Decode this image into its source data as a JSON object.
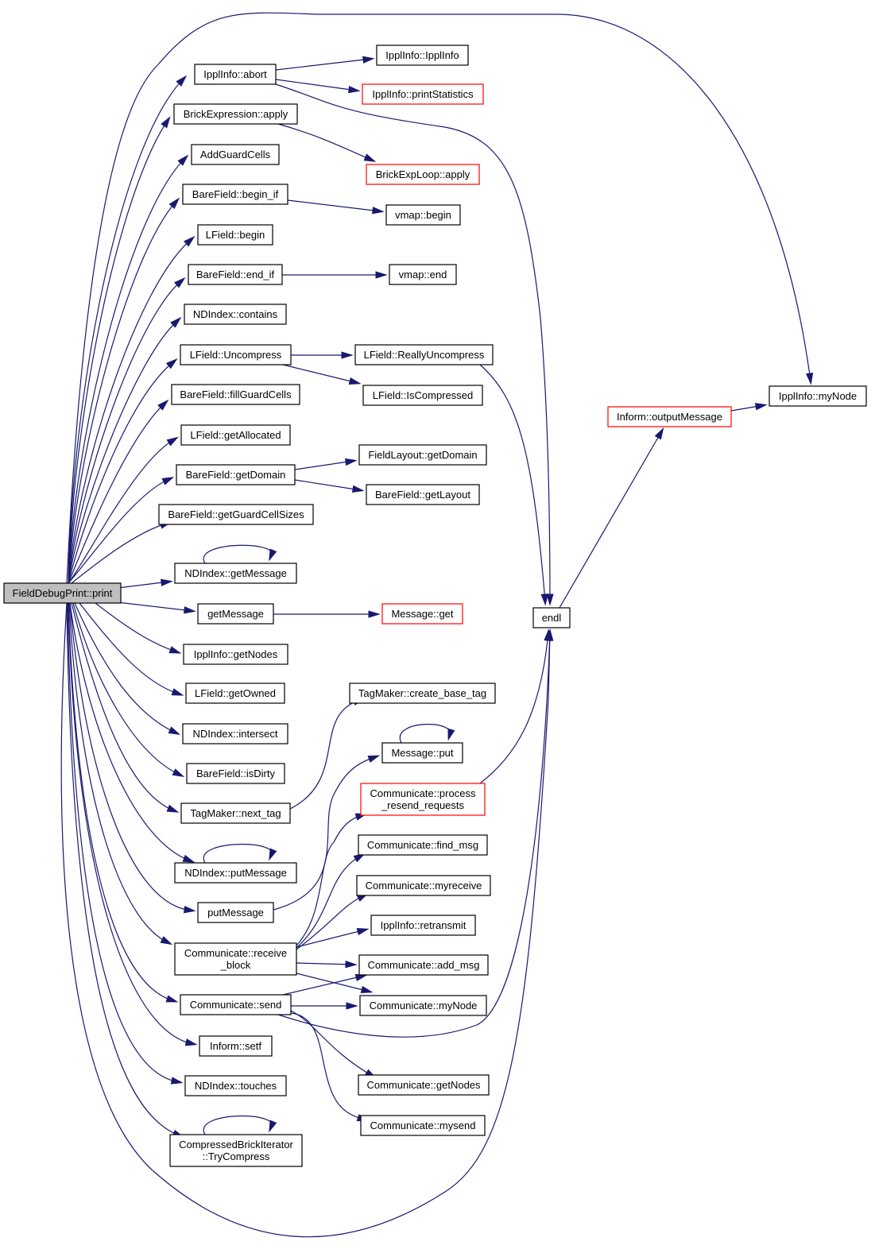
{
  "colors": {
    "edge": "#191970",
    "node_border": "#000000",
    "truncated_border": "#ff0000",
    "root_fill": "#bfbfbf"
  },
  "nodes": [
    {
      "id": "root",
      "lines": [
        "FieldDebugPrint::print"
      ],
      "style": "root"
    },
    {
      "id": "abort",
      "lines": [
        "IpplInfo::abort"
      ],
      "style": "normal"
    },
    {
      "id": "ipplinfo_ctor",
      "lines": [
        "IpplInfo::IpplInfo"
      ],
      "style": "normal"
    },
    {
      "id": "printstats",
      "lines": [
        "IpplInfo::printStatistics"
      ],
      "style": "truncated"
    },
    {
      "id": "brick_apply",
      "lines": [
        "BrickExpression::apply"
      ],
      "style": "normal"
    },
    {
      "id": "brickexploop",
      "lines": [
        "BrickExpLoop::apply"
      ],
      "style": "truncated"
    },
    {
      "id": "addguard",
      "lines": [
        "AddGuardCells"
      ],
      "style": "normal"
    },
    {
      "id": "begin_if",
      "lines": [
        "BareField::begin_if"
      ],
      "style": "normal"
    },
    {
      "id": "vmap_begin",
      "lines": [
        "vmap::begin"
      ],
      "style": "normal"
    },
    {
      "id": "lfield_begin",
      "lines": [
        "LField::begin"
      ],
      "style": "normal"
    },
    {
      "id": "end_if",
      "lines": [
        "BareField::end_if"
      ],
      "style": "normal"
    },
    {
      "id": "vmap_end",
      "lines": [
        "vmap::end"
      ],
      "style": "normal"
    },
    {
      "id": "contains",
      "lines": [
        "NDIndex::contains"
      ],
      "style": "normal"
    },
    {
      "id": "uncompress",
      "lines": [
        "LField::Uncompress"
      ],
      "style": "normal"
    },
    {
      "id": "reallyuncompress",
      "lines": [
        "LField::ReallyUncompress"
      ],
      "style": "normal"
    },
    {
      "id": "iscompressed",
      "lines": [
        "LField::IsCompressed"
      ],
      "style": "normal"
    },
    {
      "id": "fillguard",
      "lines": [
        "BareField::fillGuardCells"
      ],
      "style": "normal"
    },
    {
      "id": "getallocated",
      "lines": [
        "LField::getAllocated"
      ],
      "style": "normal"
    },
    {
      "id": "getdomain",
      "lines": [
        "BareField::getDomain"
      ],
      "style": "normal"
    },
    {
      "id": "fl_getdomain",
      "lines": [
        "FieldLayout::getDomain"
      ],
      "style": "normal"
    },
    {
      "id": "getlayout",
      "lines": [
        "BareField::getLayout"
      ],
      "style": "normal"
    },
    {
      "id": "getguardsizes",
      "lines": [
        "BareField::getGuardCellSizes"
      ],
      "style": "normal"
    },
    {
      "id": "nd_getmessage",
      "lines": [
        "NDIndex::getMessage"
      ],
      "style": "normal"
    },
    {
      "id": "getmessage",
      "lines": [
        "getMessage"
      ],
      "style": "normal"
    },
    {
      "id": "message_get",
      "lines": [
        "Message::get"
      ],
      "style": "truncated"
    },
    {
      "id": "getnodes",
      "lines": [
        "IpplInfo::getNodes"
      ],
      "style": "normal"
    },
    {
      "id": "getowned",
      "lines": [
        "LField::getOwned"
      ],
      "style": "normal"
    },
    {
      "id": "intersect",
      "lines": [
        "NDIndex::intersect"
      ],
      "style": "normal"
    },
    {
      "id": "isdirty",
      "lines": [
        "BareField::isDirty"
      ],
      "style": "normal"
    },
    {
      "id": "next_tag",
      "lines": [
        "TagMaker::next_tag"
      ],
      "style": "normal"
    },
    {
      "id": "create_base_tag",
      "lines": [
        "TagMaker::create_base_tag"
      ],
      "style": "normal"
    },
    {
      "id": "message_put",
      "lines": [
        "Message::put"
      ],
      "style": "normal"
    },
    {
      "id": "process_resend",
      "lines": [
        "Communicate::process",
        "_resend_requests"
      ],
      "style": "truncated"
    },
    {
      "id": "nd_putmessage",
      "lines": [
        "NDIndex::putMessage"
      ],
      "style": "normal"
    },
    {
      "id": "putmessage",
      "lines": [
        "putMessage"
      ],
      "style": "normal"
    },
    {
      "id": "find_msg",
      "lines": [
        "Communicate::find_msg"
      ],
      "style": "normal"
    },
    {
      "id": "myreceive",
      "lines": [
        "Communicate::myreceive"
      ],
      "style": "normal"
    },
    {
      "id": "retransmit",
      "lines": [
        "IpplInfo::retransmit"
      ],
      "style": "normal"
    },
    {
      "id": "receive_block",
      "lines": [
        "Communicate::receive",
        "_block"
      ],
      "style": "normal"
    },
    {
      "id": "add_msg",
      "lines": [
        "Communicate::add_msg"
      ],
      "style": "normal"
    },
    {
      "id": "send",
      "lines": [
        "Communicate::send"
      ],
      "style": "normal"
    },
    {
      "id": "comm_mynode",
      "lines": [
        "Communicate::myNode"
      ],
      "style": "normal"
    },
    {
      "id": "setf",
      "lines": [
        "Inform::setf"
      ],
      "style": "normal"
    },
    {
      "id": "touches",
      "lines": [
        "NDIndex::touches"
      ],
      "style": "normal"
    },
    {
      "id": "comm_getnodes",
      "lines": [
        "Communicate::getNodes"
      ],
      "style": "normal"
    },
    {
      "id": "mysend",
      "lines": [
        "Communicate::mysend"
      ],
      "style": "normal"
    },
    {
      "id": "trycompress",
      "lines": [
        "CompressedBrickIterator",
        "::TryCompress"
      ],
      "style": "normal"
    },
    {
      "id": "endl",
      "lines": [
        "endl"
      ],
      "style": "normal"
    },
    {
      "id": "outputmessage",
      "lines": [
        "Inform::outputMessage"
      ],
      "style": "truncated"
    },
    {
      "id": "ippl_mynode",
      "lines": [
        "IpplInfo::myNode"
      ],
      "style": "normal"
    }
  ],
  "edges": [
    {
      "from": "root",
      "to": "abort"
    },
    {
      "from": "root",
      "to": "brick_apply"
    },
    {
      "from": "root",
      "to": "addguard"
    },
    {
      "from": "root",
      "to": "begin_if"
    },
    {
      "from": "root",
      "to": "lfield_begin"
    },
    {
      "from": "root",
      "to": "end_if"
    },
    {
      "from": "root",
      "to": "contains"
    },
    {
      "from": "root",
      "to": "uncompress"
    },
    {
      "from": "root",
      "to": "fillguard"
    },
    {
      "from": "root",
      "to": "getallocated"
    },
    {
      "from": "root",
      "to": "getdomain"
    },
    {
      "from": "root",
      "to": "getguardsizes"
    },
    {
      "from": "root",
      "to": "nd_getmessage"
    },
    {
      "from": "root",
      "to": "getmessage"
    },
    {
      "from": "root",
      "to": "getnodes"
    },
    {
      "from": "root",
      "to": "getowned"
    },
    {
      "from": "root",
      "to": "intersect"
    },
    {
      "from": "root",
      "to": "isdirty"
    },
    {
      "from": "root",
      "to": "next_tag"
    },
    {
      "from": "root",
      "to": "nd_putmessage"
    },
    {
      "from": "root",
      "to": "putmessage"
    },
    {
      "from": "root",
      "to": "receive_block"
    },
    {
      "from": "root",
      "to": "send"
    },
    {
      "from": "root",
      "to": "setf"
    },
    {
      "from": "root",
      "to": "touches"
    },
    {
      "from": "root",
      "to": "trycompress"
    },
    {
      "from": "root",
      "to": "endl"
    },
    {
      "from": "root",
      "to": "ippl_mynode"
    },
    {
      "from": "abort",
      "to": "ipplinfo_ctor"
    },
    {
      "from": "abort",
      "to": "printstats"
    },
    {
      "from": "abort",
      "to": "endl"
    },
    {
      "from": "brick_apply",
      "to": "brickexploop"
    },
    {
      "from": "begin_if",
      "to": "vmap_begin"
    },
    {
      "from": "end_if",
      "to": "vmap_end"
    },
    {
      "from": "uncompress",
      "to": "reallyuncompress"
    },
    {
      "from": "uncompress",
      "to": "iscompressed"
    },
    {
      "from": "reallyuncompress",
      "to": "endl"
    },
    {
      "from": "getdomain",
      "to": "fl_getdomain"
    },
    {
      "from": "getdomain",
      "to": "getlayout"
    },
    {
      "from": "nd_getmessage",
      "to": "nd_getmessage"
    },
    {
      "from": "getmessage",
      "to": "message_get"
    },
    {
      "from": "next_tag",
      "to": "create_base_tag"
    },
    {
      "from": "message_put",
      "to": "message_put"
    },
    {
      "from": "process_resend",
      "to": "endl"
    },
    {
      "from": "nd_putmessage",
      "to": "nd_putmessage"
    },
    {
      "from": "putmessage",
      "to": "message_put"
    },
    {
      "from": "receive_block",
      "to": "process_resend"
    },
    {
      "from": "receive_block",
      "to": "find_msg"
    },
    {
      "from": "receive_block",
      "to": "myreceive"
    },
    {
      "from": "receive_block",
      "to": "retransmit"
    },
    {
      "from": "receive_block",
      "to": "add_msg"
    },
    {
      "from": "receive_block",
      "to": "comm_mynode"
    },
    {
      "from": "send",
      "to": "add_msg"
    },
    {
      "from": "send",
      "to": "comm_mynode"
    },
    {
      "from": "send",
      "to": "endl"
    },
    {
      "from": "send",
      "to": "comm_getnodes"
    },
    {
      "from": "send",
      "to": "mysend"
    },
    {
      "from": "trycompress",
      "to": "trycompress"
    },
    {
      "from": "endl",
      "to": "outputmessage"
    },
    {
      "from": "outputmessage",
      "to": "ippl_mynode"
    }
  ]
}
